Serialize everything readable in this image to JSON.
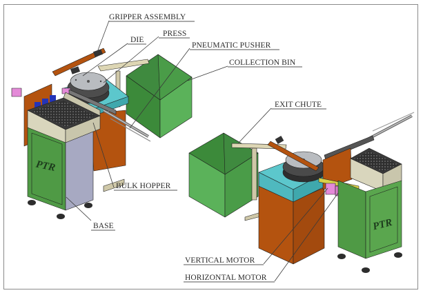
{
  "diagram": {
    "labels": {
      "gripper_assembly": "GRIPPER ASSEMBLY",
      "die": "DIE",
      "press": "PRESS",
      "pneumatic_pusher": "PNEUMATIC PUSHER",
      "collection_bin": "COLLECTION BIN",
      "bulk_hopper": "BULK HOPPER",
      "base": "BASE",
      "exit_chute": "EXIT CHUTE",
      "vertical_motor": "VERTICAL MOTOR",
      "horizontal_motor": "HORIZONTAL MOTOR"
    },
    "base_marking_left": "PTR",
    "base_marking_right": "PTR"
  },
  "colors": {
    "base_green": "#4f9a45",
    "base_green_dark": "#3c7a36",
    "bin_green_light": "#5bb25a",
    "bin_green_dark": "#3f8a3f",
    "press_table_cyan": "#5cc7cc",
    "press_body_orange": "#b4530f",
    "hopper_beige": "#d9d6bd",
    "side_panel_grey": "#a7a9c2",
    "motor_pink": "#e48ad8",
    "frame_border": "#8a8a8a"
  }
}
